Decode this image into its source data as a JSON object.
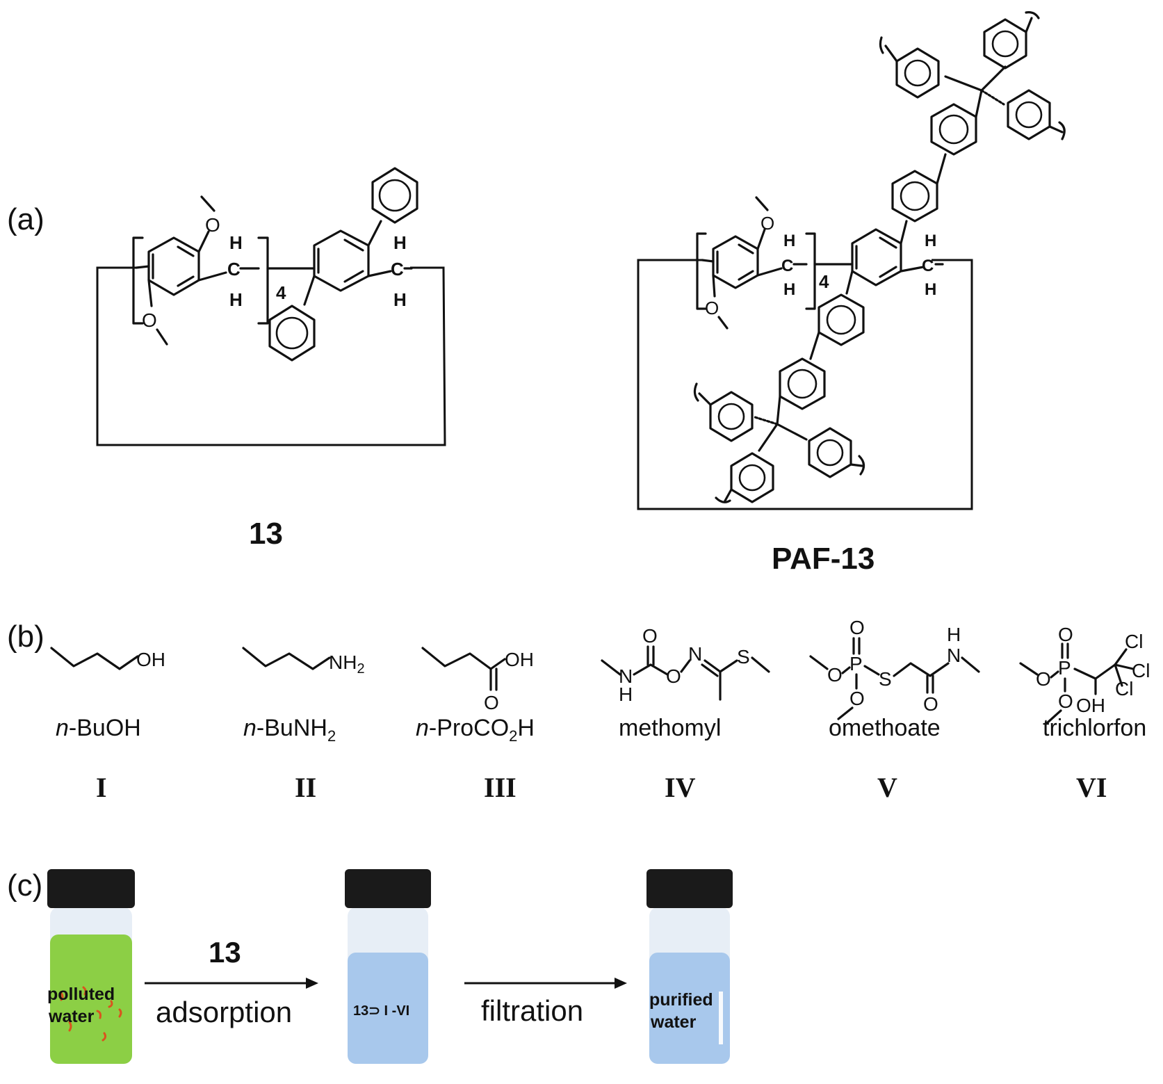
{
  "panels": {
    "a": "(a)",
    "b": "(b)",
    "c": "(c)"
  },
  "panel_a": {
    "compound_13": {
      "name": "13",
      "repeat_subscript": "4",
      "atoms": {
        "O_top": "O",
        "O_bottom": "O",
        "C_link": "C",
        "H": "H",
        "C_end": "C"
      }
    },
    "compound_paf13": {
      "name": "PAF-13",
      "repeat_subscript": "4",
      "atoms": {
        "O_top": "O",
        "O_bottom": "O",
        "C_link": "C",
        "H": "H",
        "C_end": "C"
      }
    }
  },
  "panel_b": {
    "compounds": [
      {
        "numeral": "I",
        "name_prefix": "n",
        "name_rest": "-BuOH",
        "groups": [
          "OH"
        ]
      },
      {
        "numeral": "II",
        "name_prefix": "n",
        "name_rest": "-BuNH",
        "name_sub": "2",
        "groups": [
          "NH",
          "2"
        ]
      },
      {
        "numeral": "III",
        "name_prefix": "n",
        "name_rest": "-ProCO",
        "name_sub": "2",
        "name_tail": "H",
        "groups": [
          "OH",
          "O"
        ]
      },
      {
        "numeral": "IV",
        "name": "methomyl",
        "groups": [
          "O",
          "N",
          "H",
          "O",
          "N",
          "S"
        ]
      },
      {
        "numeral": "V",
        "name": "omethoate",
        "groups": [
          "O",
          "P",
          "O",
          "O",
          "S",
          "H",
          "N",
          "O"
        ]
      },
      {
        "numeral": "VI",
        "name": "trichlorfon",
        "groups": [
          "O",
          "P",
          "O",
          "O",
          "Cl",
          "Cl",
          "Cl",
          "OH"
        ]
      }
    ]
  },
  "panel_c": {
    "vial1_text": [
      "polluted",
      "water"
    ],
    "arrow1_top": "13",
    "arrow1_bottom": "adsorption",
    "vial2_text": "13⊃ I -VI",
    "arrow2_bottom": "filtration",
    "vial3_text": [
      "purified",
      "water"
    ],
    "colors": {
      "polluted": "#8ccf45",
      "clean": "#a8c8ec",
      "cap": "#1a1a1a",
      "particles": "#d9541e"
    }
  }
}
